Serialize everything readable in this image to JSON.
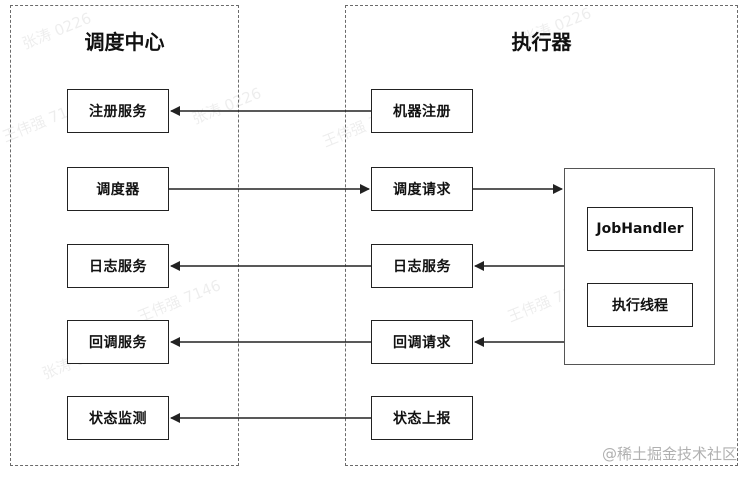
{
  "regions": {
    "left_title": "调度中心",
    "right_title": "执行器"
  },
  "left_boxes": [
    "注册服务",
    "调度器",
    "日志服务",
    "回调服务",
    "状态监测"
  ],
  "right_boxes": [
    "机器注册",
    "调度请求",
    "日志服务",
    "回调请求",
    "状态上报"
  ],
  "panel": {
    "items": [
      "JobHandler",
      "执行线程"
    ]
  },
  "watermarks": [
    "张涛 0226",
    "王伟强 7146",
    "张涛 0226",
    "王伟强 7146",
    "张涛 0226",
    "王伟强 7146",
    "张涛 0226",
    "王伟强 7146"
  ],
  "credit": "@稀土掘金技术社区"
}
